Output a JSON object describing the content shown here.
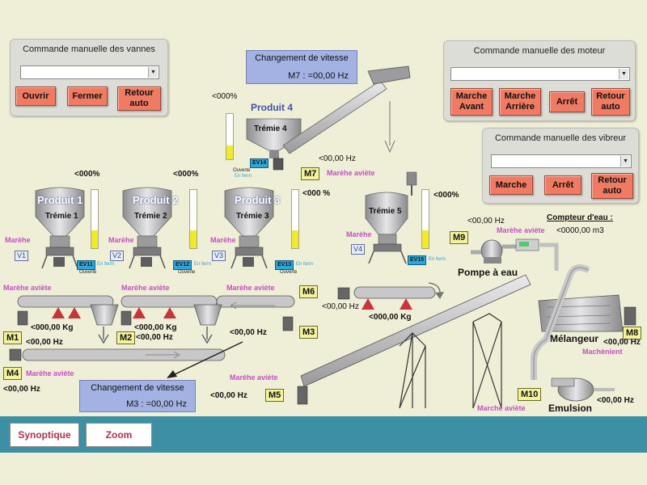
{
  "valves_panel": {
    "title": "Commande manuelle des vannes",
    "select_value": "",
    "buttons": [
      "Ouvrir",
      "Fermer",
      "Retour\nauto"
    ]
  },
  "motors_panel": {
    "title": "Commande manuelle des moteur",
    "select_value": "",
    "buttons": [
      "Marche\nAvant",
      "Marche\nArrière",
      "Arrêt",
      "Retour\nauto"
    ]
  },
  "vibrators_panel": {
    "title": "Commande manuelle des vibreur",
    "select_value": "",
    "buttons": [
      "Marche",
      "Arrêt",
      "Retour\nauto"
    ]
  },
  "speed_m7": {
    "title": "Changement de vitesse",
    "line": "M7 :   =00,00  Hz"
  },
  "speed_m3": {
    "title": "Changement de vitesse",
    "line": "M3 :  =00,00  Hz"
  },
  "hoppers": [
    {
      "product": "Produit 1",
      "name": "Trémie 1",
      "percent": "<000%",
      "fill": 0.3,
      "status": "Marèhe",
      "valve": "V1",
      "ev": "EV11",
      "ev_status": "En ferm",
      "ev_sub": "Ouverte"
    },
    {
      "product": "Produit 2",
      "name": "Trémie 2",
      "percent": "<000%",
      "fill": 0.3,
      "status": "Marèhe",
      "valve": "V2",
      "ev": "EV12",
      "ev_status": "En ferm",
      "ev_sub": "Ouverte"
    },
    {
      "product": "Produit 3",
      "name": "Trémie 3",
      "percent": "<000 %",
      "fill": 0.3,
      "status": "Marèhe",
      "valve": "V3",
      "ev": "EV13",
      "ev_status": "En ferm",
      "ev_sub": "Ouverte"
    },
    {
      "product": "Produit 4",
      "name": "Trémie 4",
      "percent": "<000%",
      "fill": 0.3,
      "status": "",
      "valve": "",
      "ev": "EV14",
      "ev_status": "En ferm",
      "ev_sub": "Ouverte"
    },
    {
      "product": "",
      "name": "Trémie 5",
      "percent": "<000%",
      "fill": 0.3,
      "status": "Marèhe",
      "valve": "V4",
      "ev": "EV15",
      "ev_status": "En ferm",
      "ev_sub": ""
    }
  ],
  "motors": {
    "M1": {
      "label": "M1",
      "hz": "<00,00 Hz",
      "status": "Marèhe aviète",
      "kg": "<000,00 Kg"
    },
    "M2": {
      "label": "M2",
      "hz": "<00,00 Hz",
      "status": "Marèhe aviète",
      "kg": "<000,00 Kg"
    },
    "M3": {
      "label": "M3",
      "hz": "<00,00 Hz"
    },
    "M4": {
      "label": "M4",
      "hz": "<00,00 Hz",
      "status": "Marèhe aviète"
    },
    "M5": {
      "label": "M5",
      "hz": "<00,00 Hz",
      "status": "Marèhe aviète"
    },
    "M6": {
      "label": "M6",
      "hz": "<00,00 Hz",
      "status": "Marèhe aviète",
      "kg": "<000,00 Kg"
    },
    "M7": {
      "label": "M7",
      "hz": "<00,00 Hz",
      "status": "Marèhe aviète"
    },
    "M8": {
      "label": "M8",
      "hz": "<00,00 Hz",
      "status": "Machènient"
    },
    "M9": {
      "label": "M9",
      "hz": "<00,00 Hz",
      "status": "Marèhe aviète"
    },
    "M10": {
      "label": "M10",
      "hz": "<00,00 Hz",
      "status": "Marchè aviète"
    }
  },
  "water": {
    "counter_title": "Compteur d'eau :",
    "counter_value": "<0000,00  m3",
    "pump_label": "Pompe à eau"
  },
  "mixer_label": "Mélangeur",
  "emulsion_label": "Emulsion",
  "tabs": [
    "Synoptique",
    "Zoom"
  ],
  "colors": {
    "background": "#efeed6",
    "button": "#f17a62",
    "speed_box": "#a3b2e2",
    "motor_label": "#f4f39c",
    "status_text": "#c451c1",
    "gauge_fill": "#f1ea2a",
    "bottom_bar": "#3d8fa4"
  }
}
